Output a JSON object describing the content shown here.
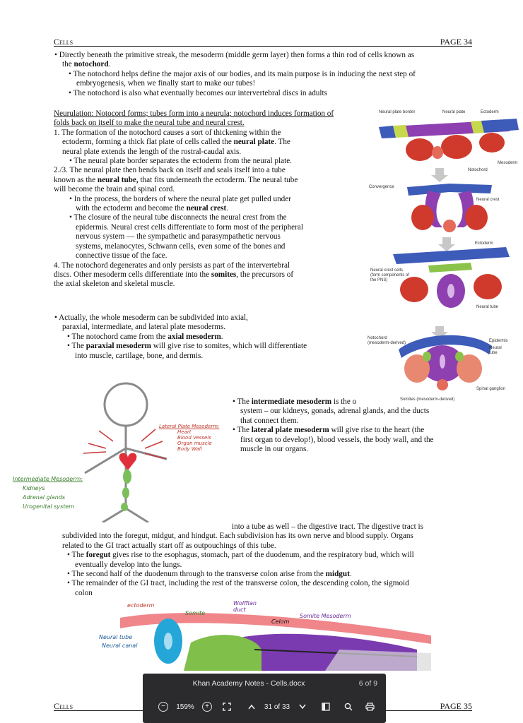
{
  "header": {
    "left": "Cells",
    "right": "PAGE 34"
  },
  "intro": {
    "b1": "Directly beneath the primitive streak, the mesoderm (middle germ layer) then forms a thin rod of cells known as",
    "b1_end_pre": "the ",
    "b1_bold": "notochord",
    "b1_end_post": ".",
    "s1": "The notochord helps define the major axis of our bodies, and its main purpose is in inducing the next step of",
    "s1b": "embryogenesis, when we finally start to make our tubes!",
    "s2": "The notochord is also what eventually becomes our intervertebral discs in adults"
  },
  "neurulation": {
    "heading1": "Neurulation: Notocord forms; tubes form into a neurula; notochord induces formation of",
    "heading2": "folds back on itself to make the neural tube and neural crest.",
    "p1a": "1.  The formation of the notochord causes a sort of thickening within the",
    "p1b_pre": "ectoderm, forming a thick flat plate of cells called the ",
    "p1b_bold": "neural plate",
    "p1b_post": ". The",
    "p1c": "neural plate extends the length of the rostral-caudal axis.",
    "p1d": "The neural plate border separates the ectoderm from the neural plate.",
    "p2a": "2./3. The neural plate then bends back on itself and seals itself into a tube",
    "p2b_pre": "known as the ",
    "p2b_bold": "neural tube,",
    "p2b_post": " that fits underneath the ectoderm. The neural tube",
    "p2c": "will become the brain and spinal cord.",
    "p2d": "In the process, the borders of where the neural plate get pulled under",
    "p2e_pre": "with the ectoderm and become the ",
    "p2e_bold": "neural crest",
    "p2e_post": ".",
    "p2f": "The closure of the neural tube disconnects the neural crest from the",
    "p2g": "epidermis. Neural crest cells differentiate to form most of the peripheral",
    "p2h": "nervous system — the sympathetic and parasympathetic nervous",
    "p2i": "systems, melanocytes, Schwann cells, even some of the bones and",
    "p2j": "connective tissue of the face.",
    "p4a": "4. The notochord degenerates and only persists as part of the intervertebral",
    "p4b_pre": "discs. Other mesoderm cells differentiate into the ",
    "p4b_bold": "somites",
    "p4b_post": ", the precursors of",
    "p4c": "the axial skeleton and skeletal muscle."
  },
  "mesoderm": {
    "a1": "Actually, the whole mesoderm can be subdivided into axial,",
    "a2": "paraxial, intermediate, and lateral plate mesoderms.",
    "a3_pre": "The notochord came from the ",
    "a3_bold": "axial mesoderm",
    "a3_post": ".",
    "a4_pre": "The ",
    "a4_bold": "paraxial mesoderm",
    "a4_post": " will give rise to somites, which will differentiate",
    "a5": "into muscle, cartilage, bone, and dermis.",
    "i1_pre": "The ",
    "i1_bold": "intermediate mesoderm",
    "i1_post": " is the o",
    "i2": "system – our kidneys, gonads, adrenal glands, and the ducts",
    "i3": "that connect them.",
    "l1_pre": "The ",
    "l1_bold": "lateral plate mesoderm",
    "l1_post": " will give rise to the heart (the",
    "l2": "first organ to develop!), blood vessels, the body wall, and the",
    "l3": "muscle in our organs."
  },
  "gut": {
    "g1": "into a tube as well – the digestive tract. The digestive tract is",
    "g2": "subdivided into the foregut, midgut, and hindgut. Each subdivision has its own nerve and blood supply. Organs",
    "g3": "related to the GI tract actually start off as outpouchings of this tube.",
    "f1_pre": "The ",
    "f1_bold": "foregut",
    "f1_post": " gives rise to the esophagus, stomach, part of the duodenum, and the respiratory bud, which will",
    "f2": "eventually develop into the lungs.",
    "m1_pre": "The second half of the duodenum through to the transverse colon arise from the ",
    "m1_bold": "midgut",
    "m1_post": ".",
    "r1": "The remainder of the GI tract, including the rest of the transverse colon, the descending colon, the sigmoid",
    "r2": "colon"
  },
  "figure_labels": {
    "neural_plate_border": "Neural plate border",
    "neural_plate": "Neural plate",
    "ectoderm": "Ectoderm",
    "mesoderm": "Mesoderm",
    "notochord": "Notochord",
    "convergence": "Convergence",
    "neural_crest": "Neural crest",
    "ectoderm2": "Ectoderm",
    "neural_crest_cells": "Neural crest cells (form components of the PNS)",
    "neural_tube": "Neural tube",
    "notochord_md": "Notochord (mesoderm-derived)",
    "epidermis": "Epidermis",
    "neural_tube2": "Neural tube",
    "spinal_ganglion": "Spinal ganglion",
    "somites_md": "Somites (mesoderm-derived)"
  },
  "handwriting": {
    "lateral_title": "Lateral Plate Mesoderm:",
    "lateral_items": [
      "Heart",
      "Blood Vessels",
      "Organ muscle",
      "Body Wall"
    ],
    "inter_title": "Intermediate Mesoderm:",
    "inter_items": [
      "Kidneys",
      "Adrenal glands",
      "Urogenital system"
    ],
    "ectoderm": "ectoderm",
    "somite": "Somite",
    "wolffian": "Wolffian duct",
    "celom": "Celom",
    "somite_mesoderm": "Somite Mesoderm",
    "neural_tube": "Neural tube",
    "neural_canal": "Neural canal"
  },
  "toolbar": {
    "doc_title": "Khan Academy Notes - Cells.docx",
    "page_of": "6 of 9",
    "zoom": "159%",
    "page_count": "31 of 33"
  },
  "footer": {
    "left": "Cells",
    "right": "PAGE 35"
  },
  "colors": {
    "ectoderm_blue": "#3d5bb8",
    "plate_purple": "#8e3fb0",
    "mesoderm_red": "#d03a2c",
    "crest_green": "#8bc34a",
    "toolbar_bg": "#2b2b2d"
  }
}
